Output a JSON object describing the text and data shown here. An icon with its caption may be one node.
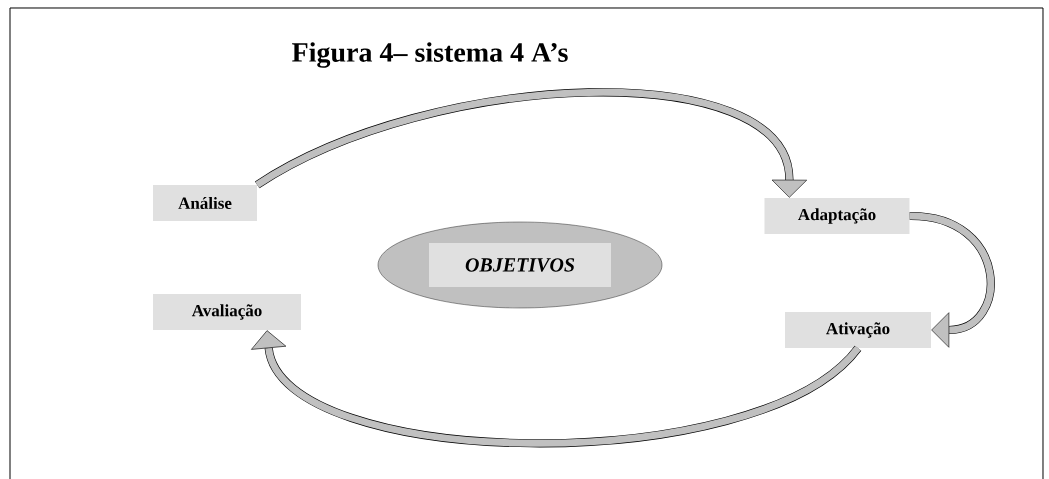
{
  "diagram": {
    "title": "Figura  4– sistema 4 A’s",
    "nodes": [
      {
        "text": [
          "Análise"
        ]
      },
      {
        "text": [
          "Adaptação"
        ]
      },
      {
        "text": [
          "Ativação"
        ]
      },
      {
        "text": [
          "Avaliação"
        ]
      },
      {
        "text": [
          "OBJETIVOS"
        ]
      }
    ],
    "edges": [
      {
        "from": 0,
        "to": 1,
        "arrow": "to"
      },
      {
        "from": 1,
        "to": 2,
        "arrow": "to"
      },
      {
        "from": 2,
        "to": 3,
        "arrow": "to"
      }
    ]
  }
}
